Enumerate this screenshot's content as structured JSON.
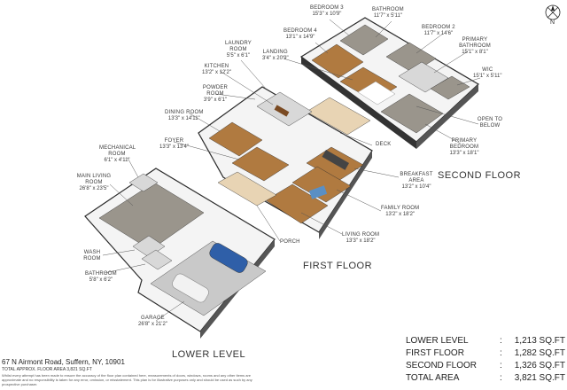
{
  "floors": {
    "second": "SECOND FLOOR",
    "first": "FIRST FLOOR",
    "lower": "LOWER LEVEL"
  },
  "rooms": {
    "bedroom3": {
      "name": "BEDROOM 3",
      "dim": "15'3\" x 10'9\""
    },
    "bathroom_up": {
      "name": "BATHROOM",
      "dim": "11'7\" x 5'11\""
    },
    "bedroom4": {
      "name": "BEDROOM 4",
      "dim": "13'1\" x 14'9\""
    },
    "bedroom2": {
      "name": "BEDROOM 2",
      "dim": "11'7\" x 14'6\""
    },
    "landing": {
      "name": "LANDING",
      "dim": "3'4\" x 20'9\""
    },
    "primary_bathroom": {
      "name": "PRIMARY BATHROOM",
      "dim": "15'1\" x 8'1\""
    },
    "laundry": {
      "name": "LAUNDRY ROOM",
      "dim": "5'5\" x 6'1\""
    },
    "wic": {
      "name": "WIC",
      "dim": "15'1\" x 5'11\""
    },
    "kitchen": {
      "name": "KITCHEN",
      "dim": "13'2\" x 12'2\""
    },
    "open_below": {
      "name": "OPEN TO BELOW",
      "dim": ""
    },
    "powder": {
      "name": "POWDER ROOM",
      "dim": "3'9\" x 6'1\""
    },
    "primary_bedroom": {
      "name": "PRIMARY BEDROOM",
      "dim": "13'3\" x 18'1\""
    },
    "dining": {
      "name": "DINING ROOM",
      "dim": "13'3\" x 14'11\""
    },
    "deck": {
      "name": "DECK",
      "dim": ""
    },
    "foyer": {
      "name": "FOYER",
      "dim": "13'3\" x 13'4\""
    },
    "mechanical": {
      "name": "MECHANICAL ROOM",
      "dim": "6'1\" x 4'11\""
    },
    "breakfast": {
      "name": "BREAKFAST AREA",
      "dim": "13'2\" x 10'4\""
    },
    "main_living": {
      "name": "MAIN LIVING ROOM",
      "dim": "26'8\" x 23'5\""
    },
    "family": {
      "name": "FAMILY ROOM",
      "dim": "13'2\" x 18'2\""
    },
    "living": {
      "name": "LIVING ROOM",
      "dim": "13'3\" x 18'2\""
    },
    "porch": {
      "name": "PORCH",
      "dim": ""
    },
    "wash": {
      "name": "WASH ROOM",
      "dim": ""
    },
    "bathroom_low": {
      "name": "BATHROOM",
      "dim": "5'8\" x 6'2\""
    },
    "garage": {
      "name": "GARAGE",
      "dim": "26'8\" x 21'2\""
    }
  },
  "address": "67 N Airmont Road, Suffern, NY, 10901",
  "total_approx": "TOTAL APPROX. FLOOR AREA 3,821 SQ.FT",
  "disclaimer": "Whilst every attempt has been made to ensure the accuracy of the floor plan contained here, measurements of doors, windows, rooms and any other items are approximate and no responsibility is taken for any error, omission, or misstatement. This plan is for illustrative purposes only and should be used as such by any prospective purchaser.",
  "areas": [
    {
      "label": "LOWER LEVEL",
      "value": "1,213 SQ.FT"
    },
    {
      "label": "FIRST FLOOR",
      "value": "1,282 SQ.FT"
    },
    {
      "label": "SECOND FLOOR",
      "value": "1,326 SQ.FT"
    },
    {
      "label": "TOTAL AREA",
      "value": "3,821 SQ.FT"
    }
  ],
  "colon": ":",
  "compass": "N",
  "colors": {
    "wall": "#f4f4f4",
    "wall_edge": "#2b2b2b",
    "wood": "#b07a40",
    "wood_dark": "#8c5a2a",
    "carpet": "#9a958c",
    "concrete": "#c9c9c9",
    "deck": "#e8d4b4",
    "tile": "#d8d8d8",
    "car_blue": "#2f5fa8",
    "car_white": "#f2f2f2"
  }
}
